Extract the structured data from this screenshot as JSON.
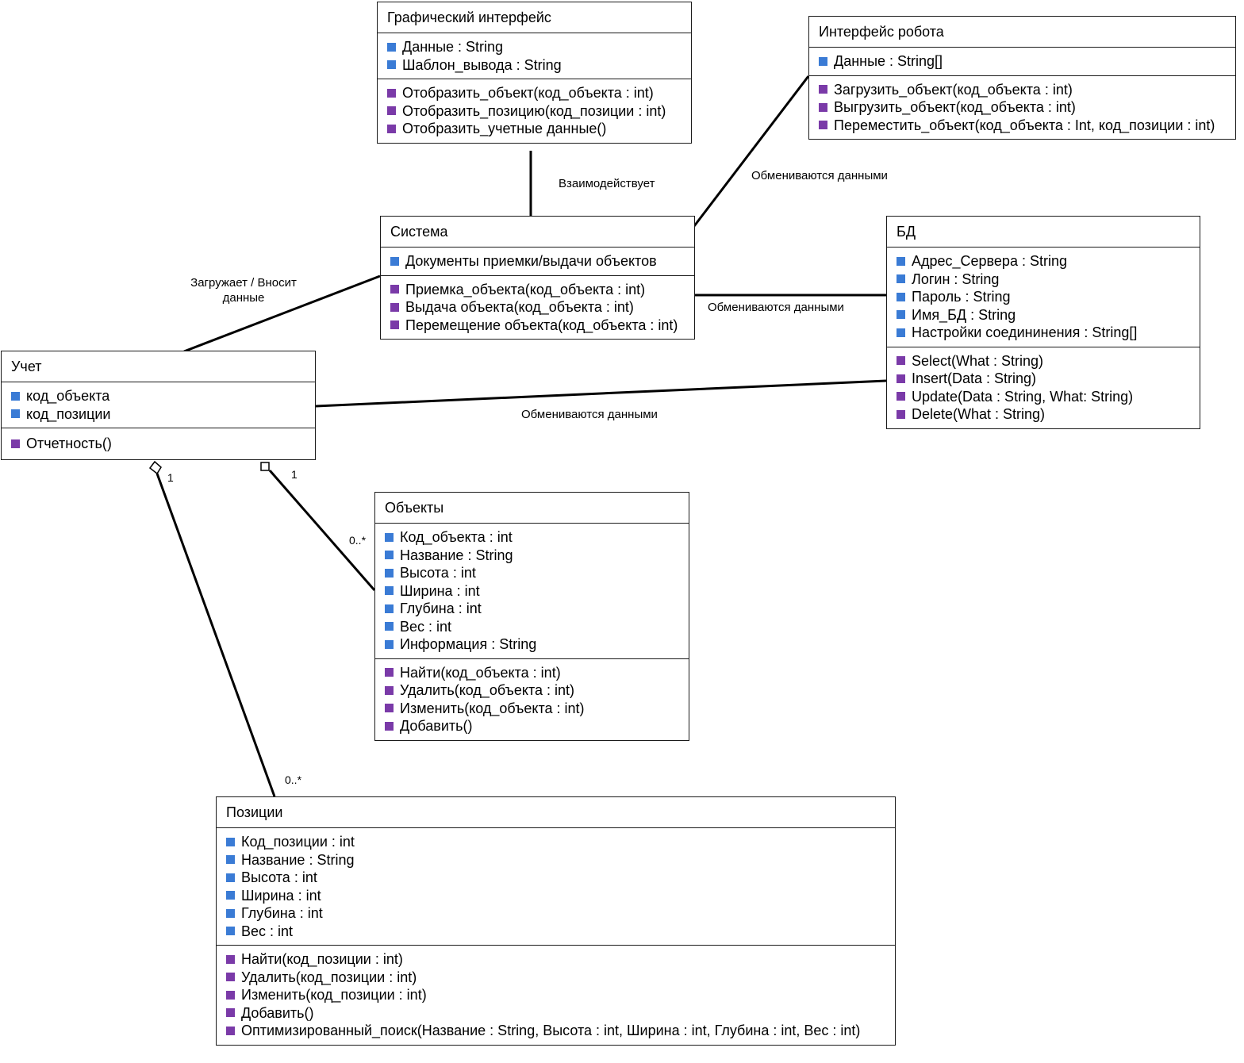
{
  "colors": {
    "attribute_marker": "#3a7bd5",
    "operation_marker": "#7a3aa8",
    "line": "#000000"
  },
  "classes": {
    "gui": {
      "name": "Графический интерфейс",
      "attributes": [
        "Данные : String",
        "Шаблон_вывода : String"
      ],
      "operations": [
        "Отобразить_объект(код_объекта : int)",
        "Отобразить_позицию(код_позиции : int)",
        "Отобразить_учетные данные()"
      ]
    },
    "robot": {
      "name": "Интерфейс робота",
      "attributes": [
        "Данные : String[]"
      ],
      "operations": [
        "Загрузить_объект(код_объекта : int)",
        "Выгрузить_объект(код_объекта : int)",
        "Переместить_объект(код_объекта : Int, код_позиции : int)"
      ]
    },
    "system": {
      "name": "Система",
      "attributes": [
        "Документы приемки/выдачи объектов"
      ],
      "operations": [
        "Приемка_объекта(код_объекта : int)",
        "Выдача объекта(код_объекта : int)",
        "Перемещение объекта(код_объекта : int)"
      ]
    },
    "db": {
      "name": "БД",
      "attributes": [
        "Адрес_Сервера : String",
        "Логин : String",
        "Пароль : String",
        "Имя_БД : String",
        "Настройки соедининения : String[]"
      ],
      "operations": [
        "Select(What : String)",
        "Insert(Data : String)",
        "Update(Data : String, What: String)",
        "Delete(What : String)"
      ]
    },
    "account": {
      "name": "Учет",
      "attributes": [
        "код_объекта",
        "код_позиции"
      ],
      "operations": [
        "Отчетность()"
      ]
    },
    "objects": {
      "name": "Объекты",
      "attributes": [
        "Код_объекта : int",
        "Название : String",
        "Высота : int",
        "Ширина : int",
        "Глубина : int",
        "Вес : int",
        "Информация : String"
      ],
      "operations": [
        "Найти(код_объекта : int)",
        "Удалить(код_объекта : int)",
        "Изменить(код_объекта : int)",
        "Добавить()"
      ]
    },
    "positions": {
      "name": "Позиции",
      "attributes": [
        "Код_позиции : int",
        "Название : String",
        "Высота : int",
        "Ширина : int",
        "Глубина : int",
        "Вес : int"
      ],
      "operations": [
        "Найти(код_позиции : int)",
        "Удалить(код_позиции : int)",
        "Изменить(код_позиции : int)",
        "Добавить()",
        "Оптимизированный_поиск(Название : String, Высота : int, Ширина : int, Глубина : int, Вес : int)"
      ]
    }
  },
  "associations": {
    "gui_system": "Взаимодействует",
    "robot_system": "Обмениваются данными",
    "system_db": "Обмениваются данными",
    "account_system_line1": "Загружает / Вносит",
    "account_system_line2": "данные",
    "account_db": "Обмениваются данными"
  },
  "multiplicities": {
    "account_positions_end_account": "1",
    "account_positions_end_positions": "0..*",
    "account_objects_end_account": "1",
    "account_objects_end_objects": "0..*"
  }
}
